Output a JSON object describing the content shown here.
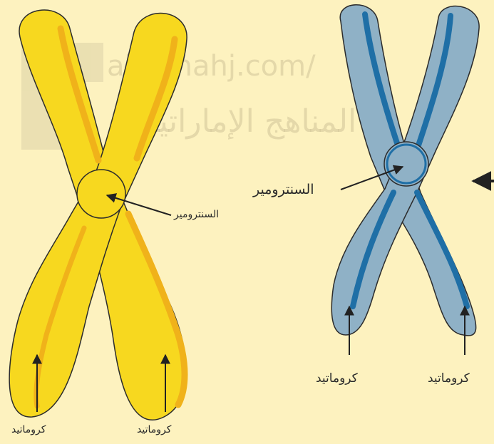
{
  "watermark": {
    "url_text": "alManahj.com/",
    "arabic_text": "المناهج الإماراتية"
  },
  "left_figure": {
    "centromere_label": "السنترومير",
    "chromatid_left_label": "كروماتيد",
    "chromatid_right_label": "كروماتيد"
  },
  "right_figure": {
    "centromere_label": "السنترومير",
    "chromatid_left_label": "كروماتيد",
    "chromatid_right_label": "كروماتيد"
  },
  "colors": {
    "background": "#fdf2bf",
    "yellow_fill": "#f7d81f",
    "yellow_shade": "#f0b21a",
    "blue_fill": "#8fb1c6",
    "blue_stripe": "#1f6fa6",
    "outline": "#2c2c2c"
  }
}
